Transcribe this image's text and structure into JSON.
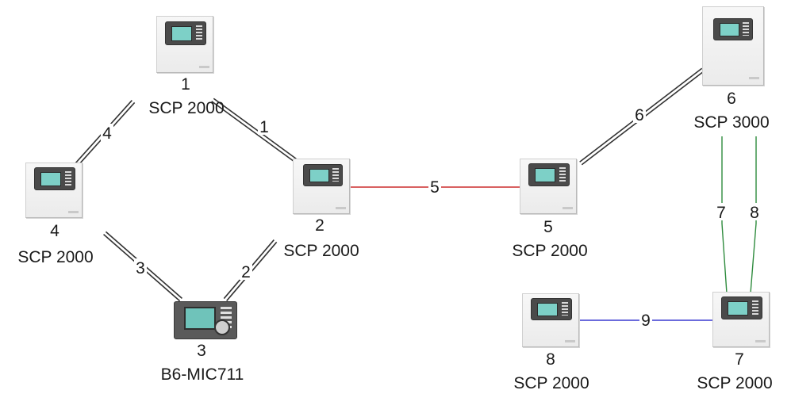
{
  "nodes": [
    {
      "id": "1",
      "number": "1",
      "model": "SCP 2000"
    },
    {
      "id": "2",
      "number": "2",
      "model": "SCP 2000"
    },
    {
      "id": "3",
      "number": "3",
      "model": "B6-MIC711"
    },
    {
      "id": "4",
      "number": "4",
      "model": "SCP 2000"
    },
    {
      "id": "5",
      "number": "5",
      "model": "SCP 2000"
    },
    {
      "id": "6",
      "number": "6",
      "model": "SCP 3000"
    },
    {
      "id": "7",
      "number": "7",
      "model": "SCP 2000"
    },
    {
      "id": "8",
      "number": "8",
      "model": "SCP 2000"
    }
  ],
  "links": [
    {
      "id": "1",
      "label": "1",
      "from": "1",
      "to": "2",
      "style": "double",
      "color": "#333333"
    },
    {
      "id": "2",
      "label": "2",
      "from": "3",
      "to": "2",
      "style": "double",
      "color": "#333333"
    },
    {
      "id": "3",
      "label": "3",
      "from": "4",
      "to": "3",
      "style": "double",
      "color": "#333333"
    },
    {
      "id": "4",
      "label": "4",
      "from": "1",
      "to": "4",
      "style": "double",
      "color": "#333333"
    },
    {
      "id": "5",
      "label": "5",
      "from": "2",
      "to": "5",
      "style": "single",
      "color": "#cc2b2b"
    },
    {
      "id": "6",
      "label": "6",
      "from": "5",
      "to": "6",
      "style": "double",
      "color": "#333333"
    },
    {
      "id": "7",
      "label": "7",
      "from": "6",
      "to": "7",
      "style": "single",
      "color": "#2e8b3d"
    },
    {
      "id": "8",
      "label": "8",
      "from": "6",
      "to": "7",
      "style": "single",
      "color": "#2e8b3d"
    },
    {
      "id": "9",
      "label": "9",
      "from": "8",
      "to": "7",
      "style": "single",
      "color": "#3a3ad0"
    }
  ]
}
